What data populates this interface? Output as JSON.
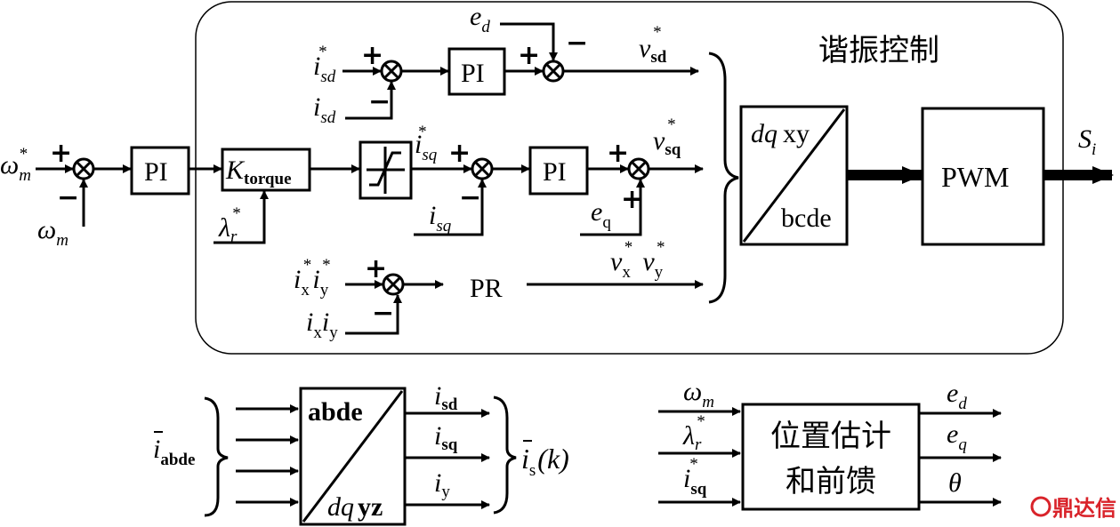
{
  "title": "谐振控制",
  "colors": {
    "line": "#000000",
    "watermark": "#d9232a"
  },
  "blocks": {
    "pi": "PI",
    "k_main": "K",
    "k_sub": "torque",
    "pr": "PR",
    "pwm": "PWM",
    "transform_top_it": "dq",
    "transform_top": "xy",
    "transform_bottom": "bcde",
    "abc_top": "abde",
    "abc_bottom_it": "dq",
    "abc_bottom": "yz",
    "estimator_line1": "位置估计",
    "estimator_line2": "和前馈"
  },
  "signals": {
    "omega": "ω",
    "m": "m",
    "star": "*",
    "i": "i",
    "sd": "sd",
    "sq": "sq",
    "x": "x",
    "y": "y",
    "lambda": "λ",
    "r": "r",
    "e": "e",
    "d": "d",
    "q": "q",
    "v": "v",
    "S": "S",
    "si": "i",
    "abde": "abde",
    "s": "s",
    "k": "(k)",
    "theta": "θ",
    "plus": "+",
    "minus": "−"
  },
  "watermark": "鼎达信"
}
